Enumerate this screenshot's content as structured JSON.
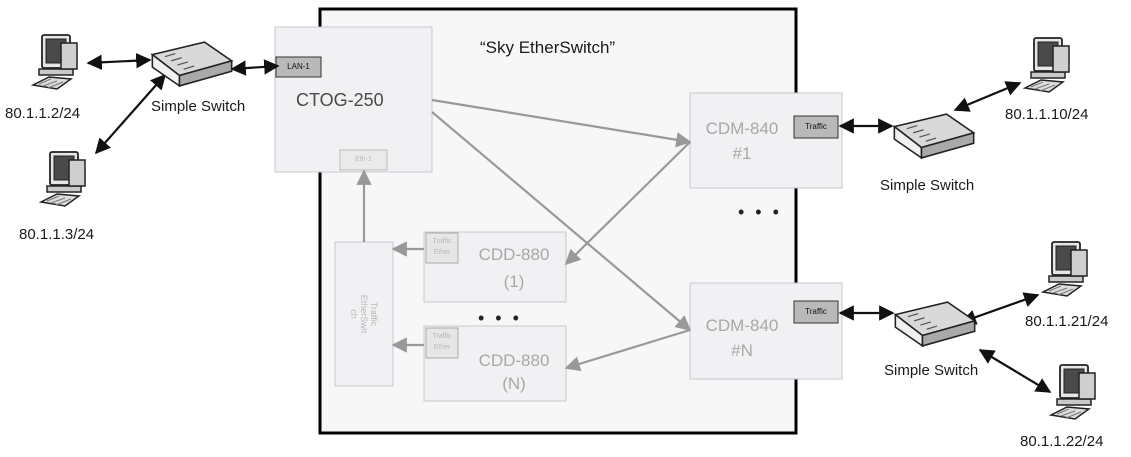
{
  "title": "“Sky EtherSwitch”",
  "switches": {
    "left": "Simple Switch",
    "right_top": "Simple Switch",
    "right_bottom": "Simple Switch"
  },
  "hosts": {
    "h1": "80.1.1.2/24",
    "h2": "80.1.1.3/24",
    "h3": "80.1.1.10/24",
    "h4": "80.1.1.21/24",
    "h5": "80.1.1.22/24"
  },
  "devices": {
    "ctog": {
      "name": "CTOG-250",
      "port": "LAN-1",
      "inner_port": "Eth-1"
    },
    "cdm1": {
      "name": "CDM-840",
      "index": "#1",
      "port": "Traffic"
    },
    "cdmN": {
      "name": "CDM-840",
      "index": "#N",
      "port": "Traffic"
    },
    "cdd1": {
      "name": "CDD-880",
      "index": "(1)",
      "port_line1": "Traffic",
      "port_line2": "Ether"
    },
    "cddN": {
      "name": "CDD-880",
      "index": "(N)",
      "port_line1": "Traffic",
      "port_line2": "Ether"
    },
    "tes": {
      "line1": "Traffic",
      "line2": "EtherSwit",
      "line3": "ch"
    }
  },
  "ellipses": {
    "cdm": "• • •",
    "cdd": "• • •"
  },
  "colors": {
    "frame": "#000000",
    "device_fill": "#f1f1f4",
    "device_stroke": "#c8c8d0",
    "arrow_gray": "#999999",
    "port_fill": "#b9b9b9"
  }
}
